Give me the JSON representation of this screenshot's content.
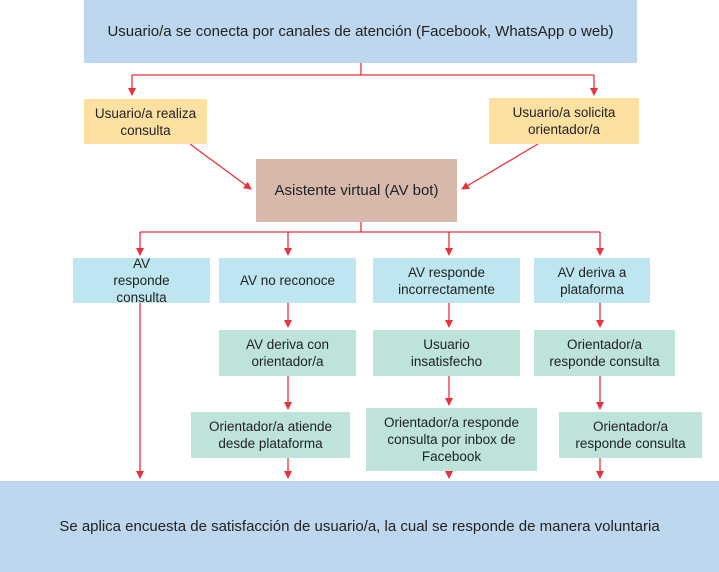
{
  "colors": {
    "arrow": "#e8323c",
    "start": "#bdd7ee",
    "user": "#fee0a0",
    "bot": "#d6b9ab",
    "branch": "#bee6f1",
    "step": "#bde3db"
  },
  "nodes": {
    "start": "Usuario/a se conecta por canales de atención (Facebook, WhatsApp o web)",
    "consulta": "Usuario/a realiza consulta",
    "solicita": "Usuario/a solicita orientador/a",
    "bot": "Asistente virtual (AV bot)",
    "b1": "AV responde consulta",
    "b2": "AV no reconoce",
    "b3": "AV responde incorrectamente",
    "b4": "AV deriva a plataforma",
    "b2s1": "AV deriva con orientador/a",
    "b3s1": "Usuario insatisfecho",
    "b4s1": "Orientador/a responde consulta",
    "b2s2": "Orientador/a atiende desde plataforma",
    "b3s2": "Orientador/a responde consulta por inbox de Facebook",
    "b4s2": "Orientador/a responde consulta",
    "end": "Se aplica encuesta de satisfacción de usuario/a, la cual se responde de manera voluntaria"
  }
}
